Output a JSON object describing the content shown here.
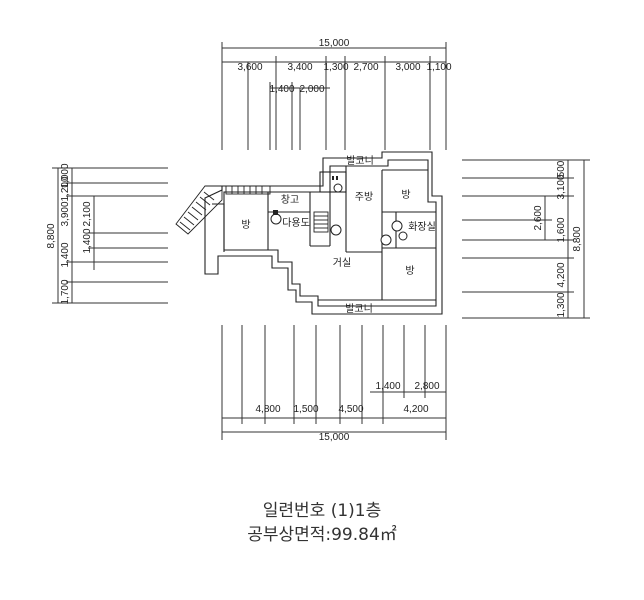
{
  "top": {
    "total": "15,000",
    "row1": [
      "3,600",
      "3,400",
      "1,300",
      "2,700",
      "3,000",
      "1,100"
    ],
    "row2": [
      "1,400",
      "2,000"
    ]
  },
  "bottom": {
    "total": "15,000",
    "row1": [
      "4,800",
      "1,500",
      "4,500",
      "4,200"
    ],
    "row2": [
      "1,400",
      "2,800"
    ]
  },
  "left": {
    "total": "8,800",
    "col1": [
      "1,000",
      "3,900",
      "1,400",
      "1,700",
      "1,200"
    ],
    "col2": [
      "2,100",
      "1,400"
    ]
  },
  "right": {
    "total": "8,800",
    "col1": [
      "500",
      "3,100",
      "1,600",
      "4,200",
      "1,300"
    ],
    "col2": [
      "2,600"
    ]
  },
  "rooms": {
    "room_left": "방",
    "storage": "창고",
    "utility": "다용도",
    "balcony_top": "발코니",
    "kitchen": "주방",
    "room_right_top": "방",
    "bathroom": "화장실",
    "living": "거실",
    "room_right": "방",
    "balcony_bottom": "발코니"
  },
  "caption": {
    "title": "일련번호 (1)1층",
    "area": "공부상면적:99.84㎡"
  }
}
